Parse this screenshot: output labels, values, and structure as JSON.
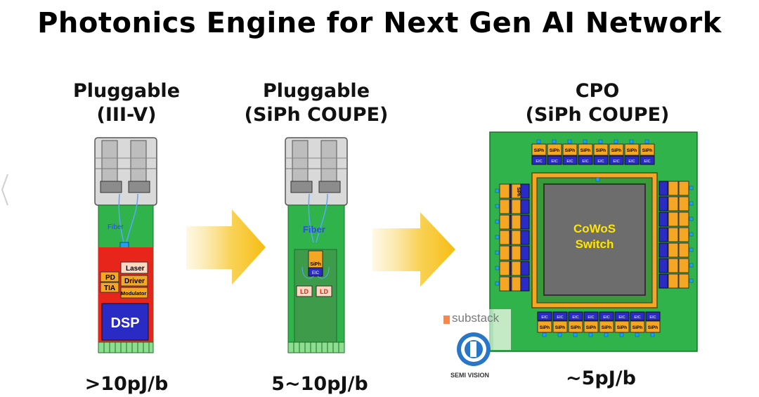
{
  "title": "Photonics Engine for Next Gen AI Network",
  "columns": [
    {
      "head_line1": "Pluggable",
      "head_line2": "(III-V)",
      "metric": ">10pJ/b",
      "labels": {
        "fiber": "Fiber",
        "laser": "Laser",
        "pd": "PD",
        "tia": "TIA",
        "driver": "Driver",
        "modulator": "Modulator",
        "dsp": "DSP"
      }
    },
    {
      "head_line1": "Pluggable",
      "head_line2": "(SiPh COUPE)",
      "metric": "5~10pJ/b",
      "labels": {
        "fiber": "Fiber",
        "siph": "SiPh",
        "eic": "EIC",
        "ld": "LD"
      }
    },
    {
      "head_line1": "CPO",
      "head_line2": "(SiPh COUPE)",
      "metric": "~5pJ/b",
      "labels": {
        "switch_line1": "CoWoS",
        "switch_line2": "Switch",
        "siph": "SiPh",
        "eic": "EIC"
      }
    }
  ],
  "watermark": {
    "substack": "substack",
    "semi_vision": "SEMI VISION"
  },
  "colors": {
    "pcb_green": "#2fb34a",
    "arrow_yellow": "#f7c21b",
    "red": "#e8251b",
    "blue": "#2a2bc4",
    "orange": "#f5a623",
    "switch_text": "#ffe600"
  }
}
